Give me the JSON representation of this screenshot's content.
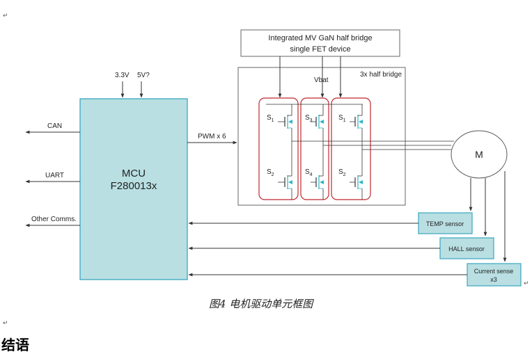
{
  "top_box": {
    "line1": "Integrated MV GaN half bridge",
    "line2": "single FET device"
  },
  "half_bridge_label": "3x half bridge",
  "vbat_label": "Vbat",
  "supply": {
    "v1": "3.3V",
    "v2": "5V?"
  },
  "mcu": {
    "line1": "MCU",
    "line2": "F280013x"
  },
  "outputs": {
    "can": "CAN",
    "uart": "UART",
    "other": "Other Comms."
  },
  "pwm_label": "PWM x 6",
  "motor_label": "M",
  "switches": [
    {
      "top": {
        "letter": "S",
        "sub": "1"
      },
      "bottom": {
        "letter": "S",
        "sub": "2"
      }
    },
    {
      "top": {
        "letter": "S",
        "sub": "3"
      },
      "bottom": {
        "letter": "S",
        "sub": "4"
      }
    },
    {
      "top": {
        "letter": "S",
        "sub": "1"
      },
      "bottom": {
        "letter": "S",
        "sub": "2"
      }
    }
  ],
  "sensors": {
    "temp": "TEMP sensor",
    "hall": "HALL sensor",
    "current_line1": "Current sense",
    "current_line2": "x3"
  },
  "caption": "图4 电机驱动单元框图",
  "heading": "结语",
  "colors": {
    "mcu_fill": "#b9dfe2",
    "mcu_border": "#3aa6bf",
    "bridge_outline": "#c0282e",
    "fet_accent": "#2fb4c8",
    "sensor_border": "#3aa6bf"
  }
}
